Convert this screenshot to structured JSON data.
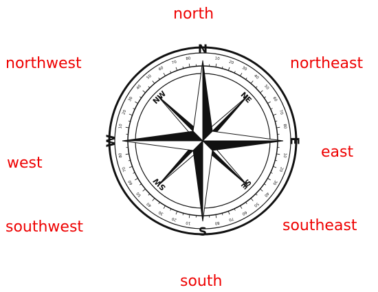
{
  "labels": {
    "north": "north",
    "northeast": "northeast",
    "east": "east",
    "southeast": "southeast",
    "south": "south",
    "southwest": "southwest",
    "west": "west",
    "northwest": "northwest"
  },
  "compass": {
    "cardinals": {
      "n": "N",
      "e": "E",
      "s": "S",
      "w": "W"
    },
    "intercardinals": {
      "ne": "NE",
      "se": "SE",
      "sw": "SW",
      "nw": "NW"
    },
    "degree_ticks": [
      "10",
      "20",
      "30",
      "40",
      "50",
      "60",
      "70",
      "80"
    ],
    "colors": {
      "ink": "#111111",
      "label": "#ee0000"
    }
  }
}
